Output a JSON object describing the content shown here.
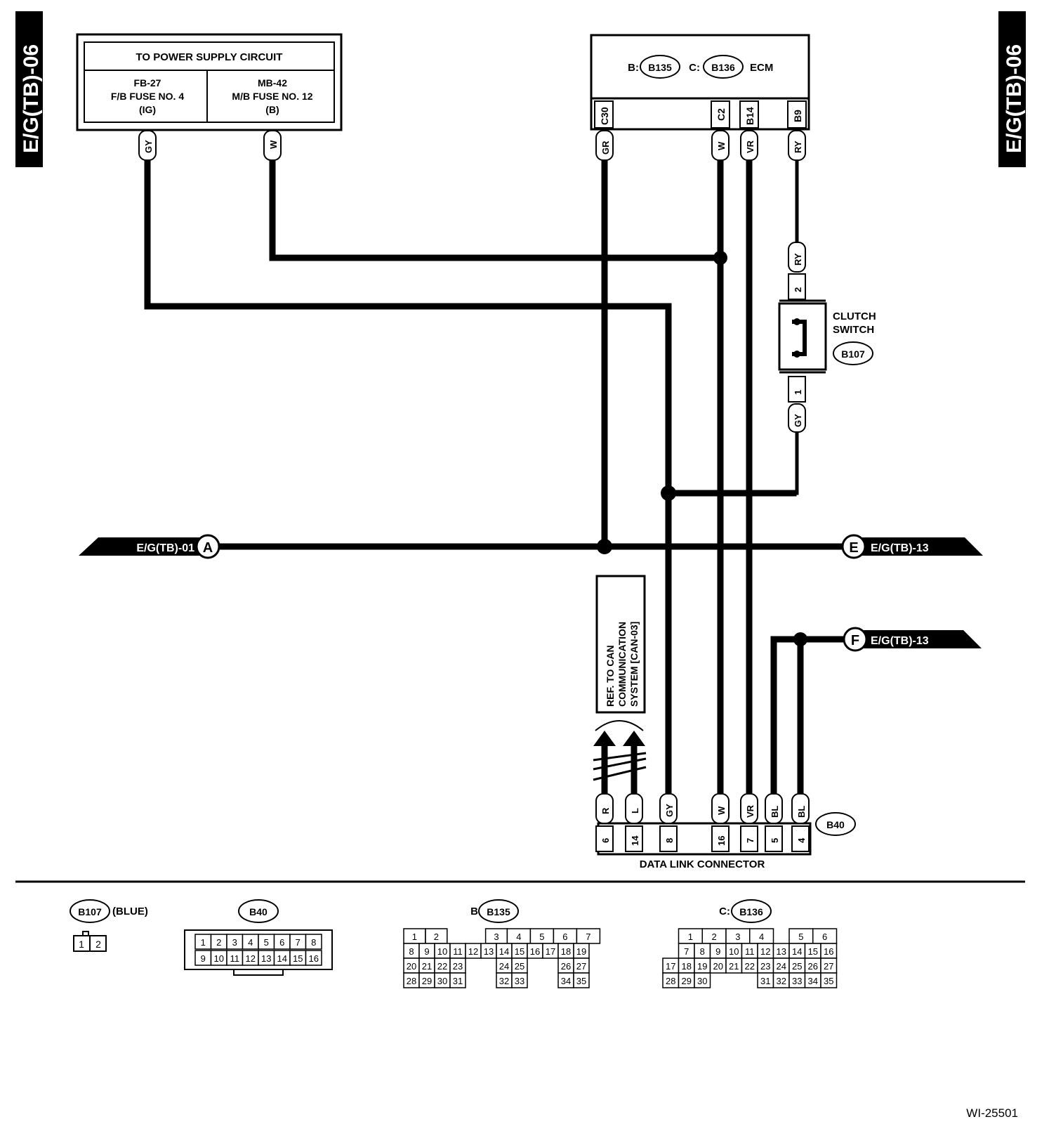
{
  "page_tabs": {
    "left": "E/G(TB)-06",
    "right": "E/G(TB)-06"
  },
  "power_supply": {
    "title": "TO POWER SUPPLY CIRCUIT",
    "left": {
      "line1": "FB-27",
      "line2": "F/B FUSE NO. 4",
      "line3": "(IG)",
      "wire": "GY"
    },
    "right": {
      "line1": "MB-42",
      "line2": "M/B FUSE NO. 12",
      "line3": "(B)",
      "wire": "W"
    }
  },
  "ecm": {
    "prefix_b": "B:",
    "connector_b": "B135",
    "prefix_c": "C:",
    "connector_c": "B136",
    "label": "ECM",
    "pins": [
      {
        "pin": "C30",
        "wire": "GR"
      },
      {
        "pin": "C2",
        "wire": "W"
      },
      {
        "pin": "B14",
        "wire": "VR"
      },
      {
        "pin": "B9",
        "wire": "RY"
      }
    ]
  },
  "clutch_switch": {
    "line1": "CLUTCH",
    "line2": "SWITCH",
    "connector": "B107",
    "pin_top": "2",
    "wire_top": "RY",
    "pin_bottom": "1",
    "wire_bottom": "GY"
  },
  "refs": {
    "a": {
      "letter": "A",
      "label": "E/G(TB)-01"
    },
    "e": {
      "letter": "E",
      "label": "E/G(TB)-13"
    },
    "f": {
      "letter": "F",
      "label": "E/G(TB)-13"
    }
  },
  "can_ref": {
    "line1": "REF. TO CAN",
    "line2": "COMMUNICATION",
    "line3": "SYSTEM [CAN-03]"
  },
  "data_link": {
    "connector": "B40",
    "label": "DATA LINK CONNECTOR",
    "pins": [
      {
        "pin": "6",
        "wire": "R"
      },
      {
        "pin": "14",
        "wire": "L"
      },
      {
        "pin": "8",
        "wire": "GY"
      },
      {
        "pin": "16",
        "wire": "W"
      },
      {
        "pin": "7",
        "wire": "VR"
      },
      {
        "pin": "5",
        "wire": "BL"
      },
      {
        "pin": "4",
        "wire": "BL"
      }
    ]
  },
  "connector_views": {
    "b107": {
      "name": "B107",
      "note": "(BLUE)",
      "pins": [
        "1",
        "2"
      ]
    },
    "b40": {
      "name": "B40",
      "row1": [
        "1",
        "2",
        "3",
        "4",
        "5",
        "6",
        "7",
        "8"
      ],
      "row2": [
        "9",
        "10",
        "11",
        "12",
        "13",
        "14",
        "15",
        "16"
      ]
    },
    "b135": {
      "prefix": "B:",
      "name": "B135",
      "rows": [
        [
          "1",
          "2",
          "",
          "",
          "3",
          "4",
          "5",
          "6",
          "7"
        ],
        [
          "8",
          "9",
          "10",
          "11",
          "12",
          "13",
          "14",
          "15",
          "16",
          "17",
          "18",
          "19"
        ],
        [
          "20",
          "21",
          "22",
          "23",
          "",
          "",
          "24",
          "25",
          "",
          "",
          "26",
          "27"
        ],
        [
          "28",
          "29",
          "30",
          "31",
          "",
          "",
          "32",
          "33",
          "",
          "",
          "34",
          "35"
        ]
      ]
    },
    "b136": {
      "prefix": "C:",
      "name": "B136",
      "rows": [
        [
          "1",
          "2",
          "3",
          "4",
          "",
          "5",
          "6"
        ],
        [
          "7",
          "8",
          "9",
          "10",
          "11",
          "12",
          "13",
          "14",
          "15",
          "16"
        ],
        [
          "17",
          "18",
          "19",
          "20",
          "21",
          "22",
          "23",
          "24",
          "25",
          "26",
          "27"
        ],
        [
          "28",
          "29",
          "30",
          "31",
          "32",
          "33",
          "34",
          "35"
        ]
      ]
    }
  },
  "figure_id": "WI-25501"
}
